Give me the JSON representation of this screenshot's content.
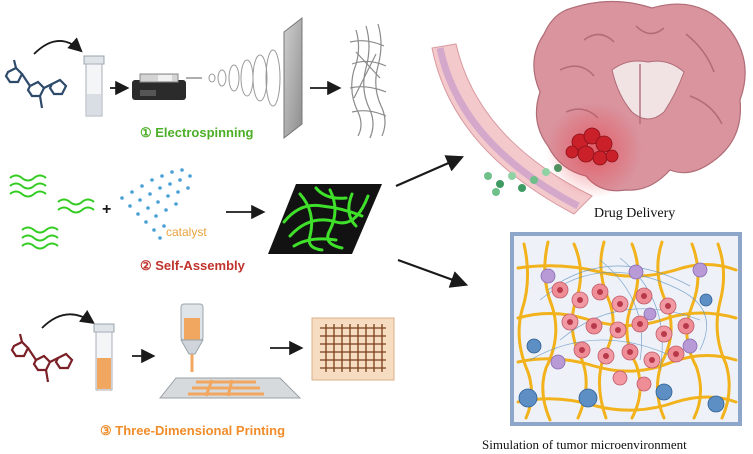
{
  "methods": [
    {
      "label": "① Electrospinning",
      "color": "#4caf27"
    },
    {
      "label": "② Self-Assembly",
      "color": "#c0322c"
    },
    {
      "label": "③ Three-Dimensional Printing",
      "color": "#f08c2a"
    }
  ],
  "catalyst_label": "catalyst",
  "plus_sign": "+",
  "outcomes": {
    "drug_delivery": "Drug Delivery",
    "tumor_sim": "Simulation of tumor microenvironment"
  },
  "colors": {
    "molecule_blue": "#2e4a6b",
    "molecule_red": "#7a1f25",
    "fiber_green": "#33cc22",
    "catalyst_blue": "#4a9fd6",
    "catalyst_text": "#e8a23c",
    "brain": "#d9949e",
    "tumor": "#c9202a",
    "printed_orange": "#f2a760",
    "scaffold_yellow": "#f2b21c",
    "panel_border": "#8ea6c9"
  }
}
